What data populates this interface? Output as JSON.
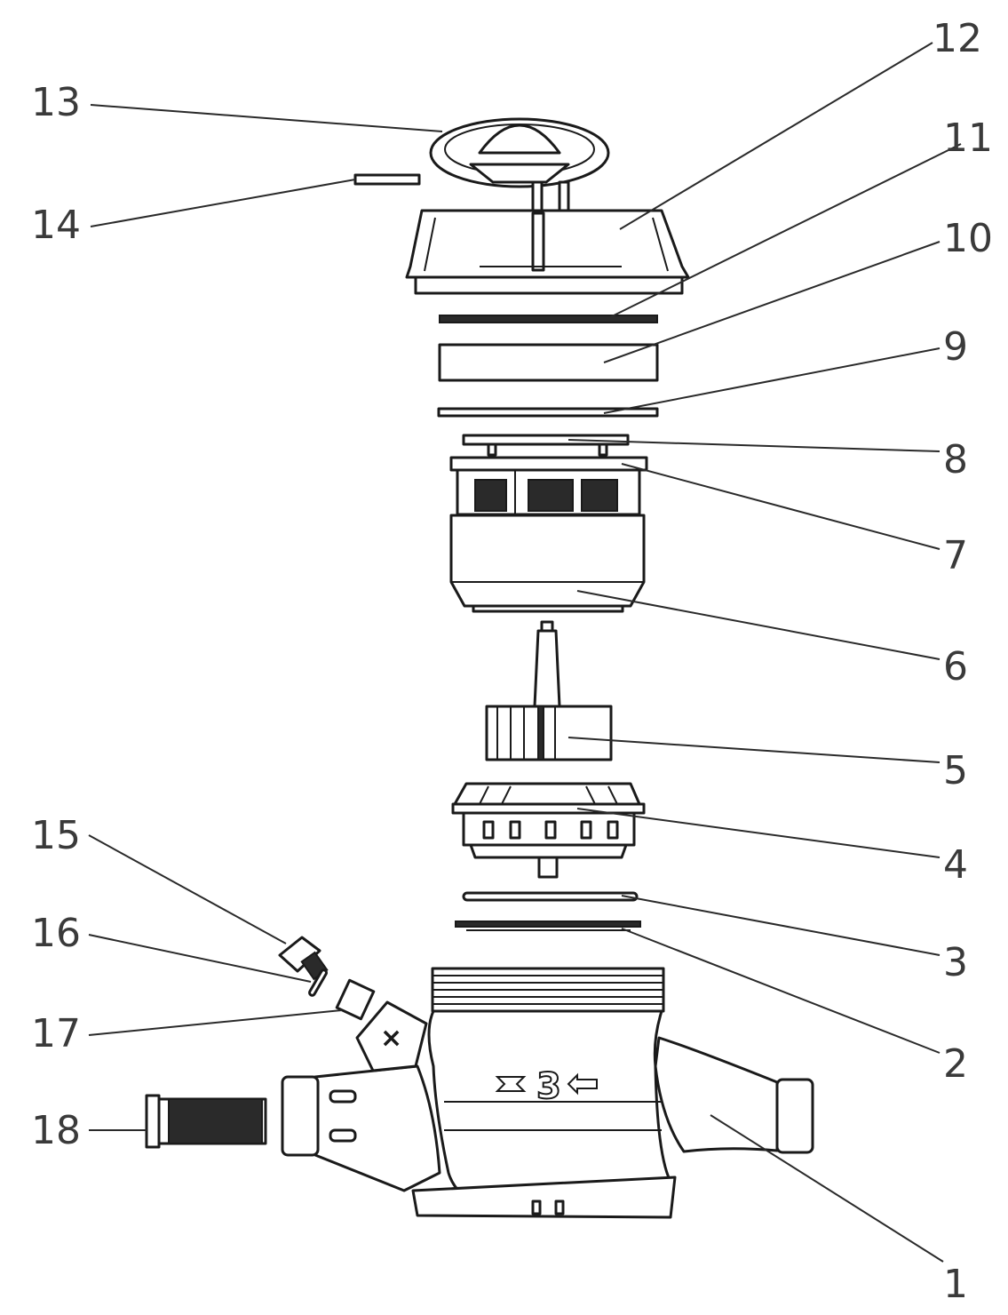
{
  "callouts": [
    {
      "id": "1",
      "label": "1"
    },
    {
      "id": "2",
      "label": "2"
    },
    {
      "id": "3",
      "label": "3"
    },
    {
      "id": "4",
      "label": "4"
    },
    {
      "id": "5",
      "label": "5"
    },
    {
      "id": "6",
      "label": "6"
    },
    {
      "id": "7",
      "label": "7"
    },
    {
      "id": "8",
      "label": "8"
    },
    {
      "id": "9",
      "label": "9"
    },
    {
      "id": "10",
      "label": "10"
    },
    {
      "id": "11",
      "label": "11"
    },
    {
      "id": "12",
      "label": "12"
    },
    {
      "id": "13",
      "label": "13"
    },
    {
      "id": "14",
      "label": "14"
    },
    {
      "id": "15",
      "label": "15"
    },
    {
      "id": "16",
      "label": "16"
    },
    {
      "id": "17",
      "label": "17"
    },
    {
      "id": "18",
      "label": "18"
    }
  ],
  "body_marking": "3",
  "colors": {
    "line": "#1a1a1a",
    "label": "#3a3a3a",
    "background": "#ffffff"
  }
}
